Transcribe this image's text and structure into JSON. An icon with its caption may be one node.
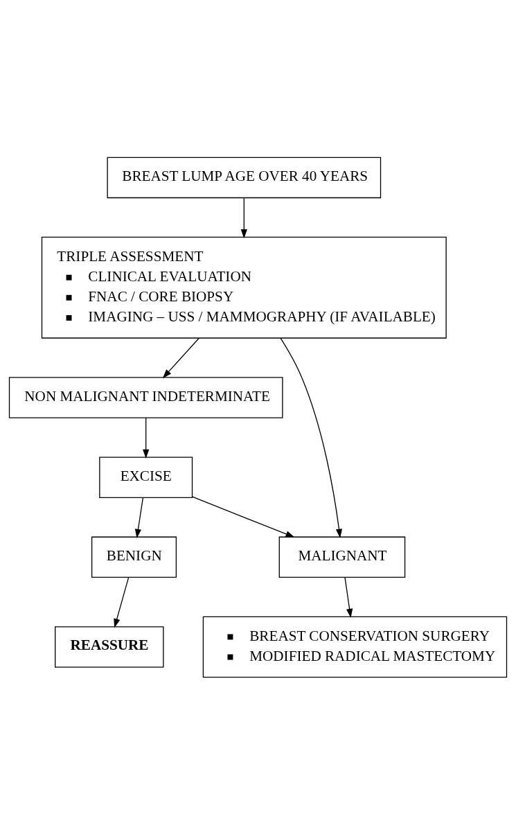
{
  "diagram": {
    "nodes": [
      {
        "text": [
          "BREAST LUMP AGE OVER 40 YEARS"
        ]
      },
      {
        "text": [
          "TRIPLE ASSESSMENT",
          "CLINICAL EVALUATION",
          "FNAC / CORE BIOPSY",
          "IMAGING – USS / MAMMOGRAPHY (IF AVAILABLE)"
        ]
      },
      {
        "text": [
          "NON MALIGNANT INDETERMINATE"
        ]
      },
      {
        "text": [
          "EXCISE"
        ]
      },
      {
        "text": [
          "BENIGN"
        ]
      },
      {
        "text": [
          "MALIGNANT"
        ]
      },
      {
        "text": [
          "REASSURE"
        ]
      },
      {
        "text": [
          "BREAST CONSERVATION SURGERY",
          "MODIFIED RADICAL MASTECTOMY"
        ]
      }
    ],
    "edges": [
      {
        "from": 0,
        "to": 1,
        "arrow": "to"
      },
      {
        "from": 1,
        "to": 2,
        "arrow": "to"
      },
      {
        "from": 1,
        "to": 5,
        "arrow": "to"
      },
      {
        "from": 2,
        "to": 3,
        "arrow": "to"
      },
      {
        "from": 3,
        "to": 4,
        "arrow": "to"
      },
      {
        "from": 3,
        "to": 5,
        "arrow": "to"
      },
      {
        "from": 4,
        "to": 6,
        "arrow": "to"
      },
      {
        "from": 5,
        "to": 7,
        "arrow": "to"
      }
    ]
  }
}
